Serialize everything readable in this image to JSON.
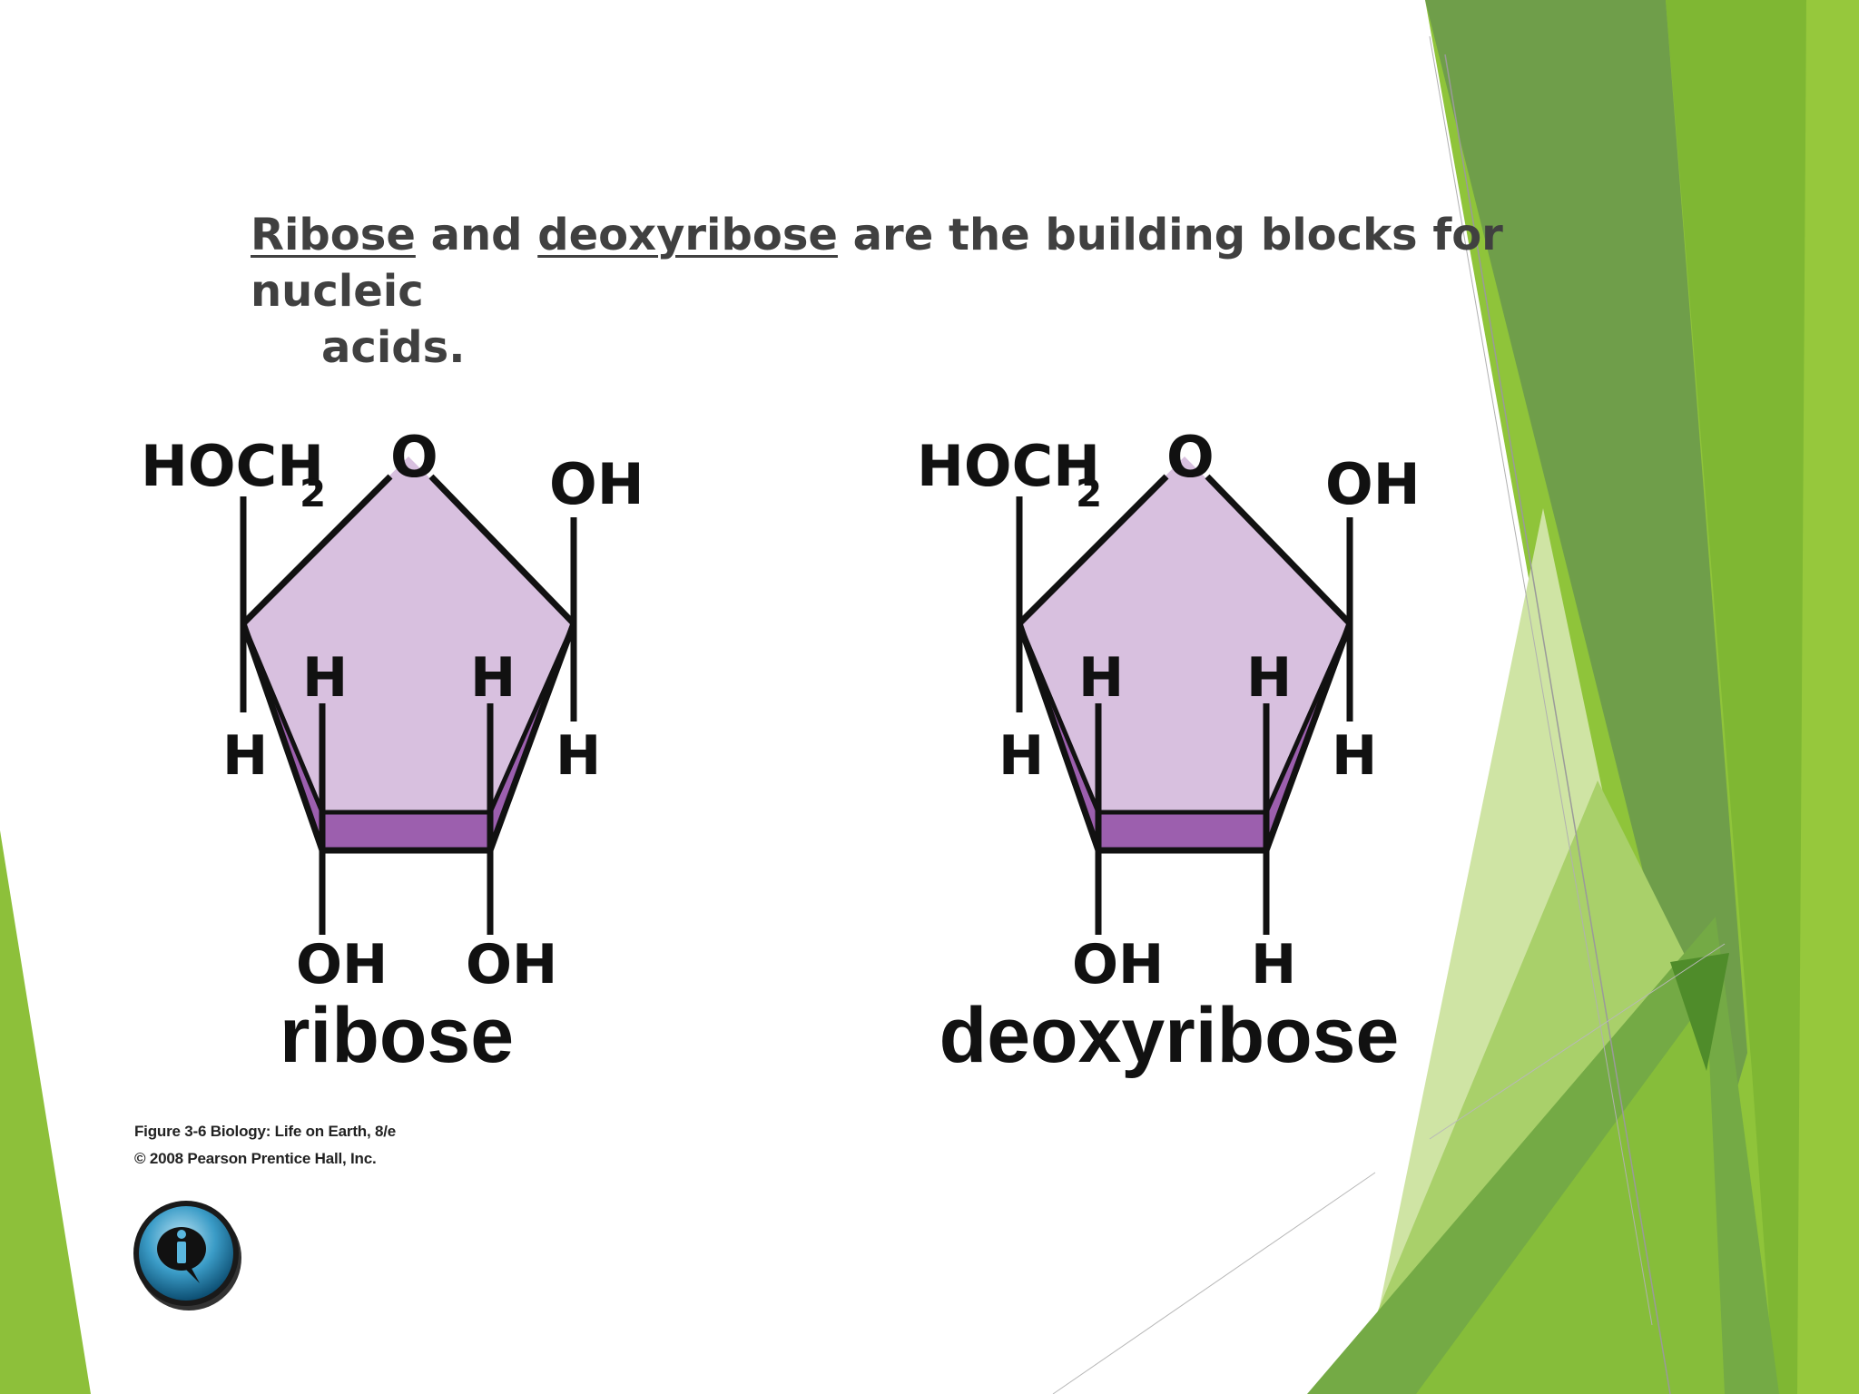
{
  "slide": {
    "title_word1": "Ribose",
    "title_mid": " and ",
    "title_word2": "deoxyribose",
    "title_rest": " are the building blocks for nucleic",
    "title_line2": "acids."
  },
  "molecules": [
    {
      "name": "ribose",
      "hoch": "HOCH",
      "hoch_sub": "2",
      "o": "O",
      "top_right": "OH",
      "inner_left_h": "H",
      "inner_right_h": "H",
      "outer_left_h": "H",
      "outer_right_h": "H",
      "bottom_left": "OH",
      "bottom_right": "OH"
    },
    {
      "name": "deoxyribose",
      "hoch": "HOCH",
      "hoch_sub": "2",
      "o": "O",
      "top_right": "OH",
      "inner_left_h": "H",
      "inner_right_h": "H",
      "outer_left_h": "H",
      "outer_right_h": "H",
      "bottom_left": "OH",
      "bottom_right": "H"
    }
  ],
  "credit": {
    "line1": "Figure 3-6  Biology: Life on Earth, 8/e",
    "line2": "© 2008 Pearson Prentice Hall, Inc."
  },
  "info_button": {
    "icon": "info-icon"
  },
  "colors": {
    "ring_fill": "#d8c0df",
    "ring_front": "#9c5fae",
    "green_light": "#9bc53d",
    "green_dark": "#4e8a2f"
  }
}
